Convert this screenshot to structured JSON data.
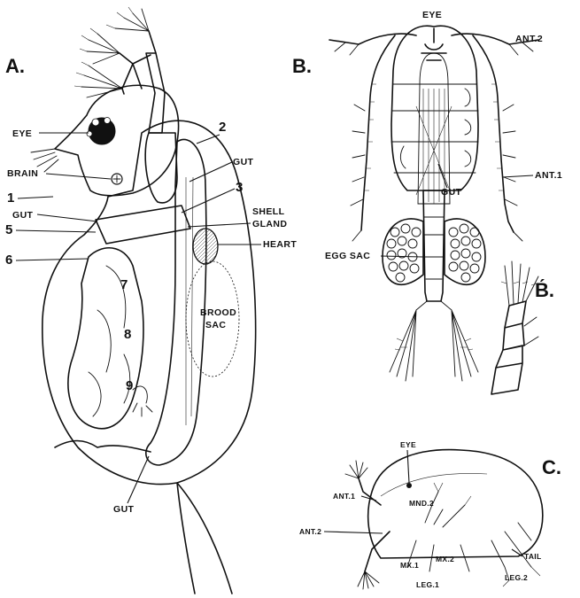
{
  "panels": {
    "a": "A.",
    "b": "B.",
    "b_prime": "B́.",
    "c": "C."
  },
  "labels_a": {
    "eye": "EYE",
    "brain": "BRAIN",
    "gut_upper": "GUT",
    "gut_left": "GUT",
    "shell_gland_1": "SHELL",
    "shell_gland_2": "GLAND",
    "heart": "HEART",
    "brood_sac_1": "BROOD",
    "brood_sac_2": "SAC",
    "gut_bottom": "GUT",
    "n1": "1",
    "n2": "2",
    "n3": "3",
    "n5": "5",
    "n6": "6",
    "n7": "7",
    "n8": "8",
    "n9": "9"
  },
  "labels_b": {
    "eye": "EYE",
    "ant2": "ANT.2",
    "ant1": "ANT.1",
    "gut": "GUT",
    "egg_sac": "EGG SAC"
  },
  "labels_c": {
    "eye": "EYE",
    "ant1": "ANT.1",
    "mnd2": "MND.2",
    "ant2": "ANT.2",
    "mx1": "MX.1",
    "mx2": "MX.2",
    "tail": "TAIL",
    "leg1": "LEG.1",
    "leg2": "LEG.2"
  }
}
